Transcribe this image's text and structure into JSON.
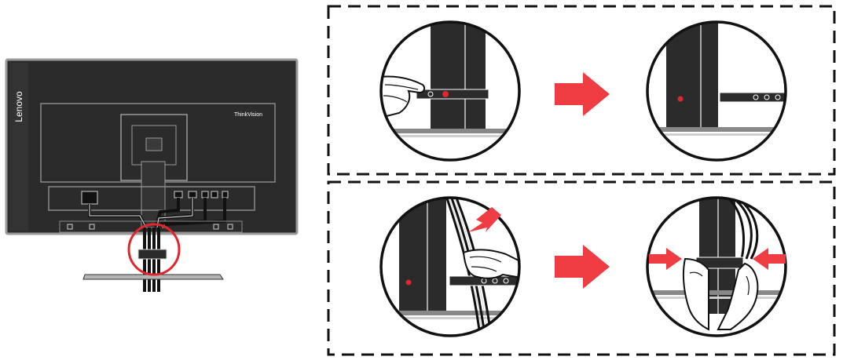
{
  "brand": {
    "side_logo": "Lenovo",
    "monitor_logo": "ThinkVision"
  },
  "colors": {
    "monitor_body": "#2b2b2b",
    "panel_outline": "#8a8a8a",
    "highlight_red": "#e0262f",
    "arrow_red": "#ef3b42",
    "stand_gray": "#b5b5b5",
    "dash_border": "#111111"
  },
  "steps": [
    {
      "id": "step-1",
      "icon": "hand-unclip-icon"
    },
    {
      "id": "step-2",
      "icon": "clip-opened-icon"
    },
    {
      "id": "step-3",
      "icon": "hand-insert-cables-icon"
    },
    {
      "id": "step-4",
      "icon": "hands-press-clip-icon"
    }
  ],
  "arrows": [
    {
      "id": "arrow-row-1",
      "icon": "right-arrow-icon"
    },
    {
      "id": "arrow-row-2",
      "icon": "right-arrow-icon"
    }
  ]
}
